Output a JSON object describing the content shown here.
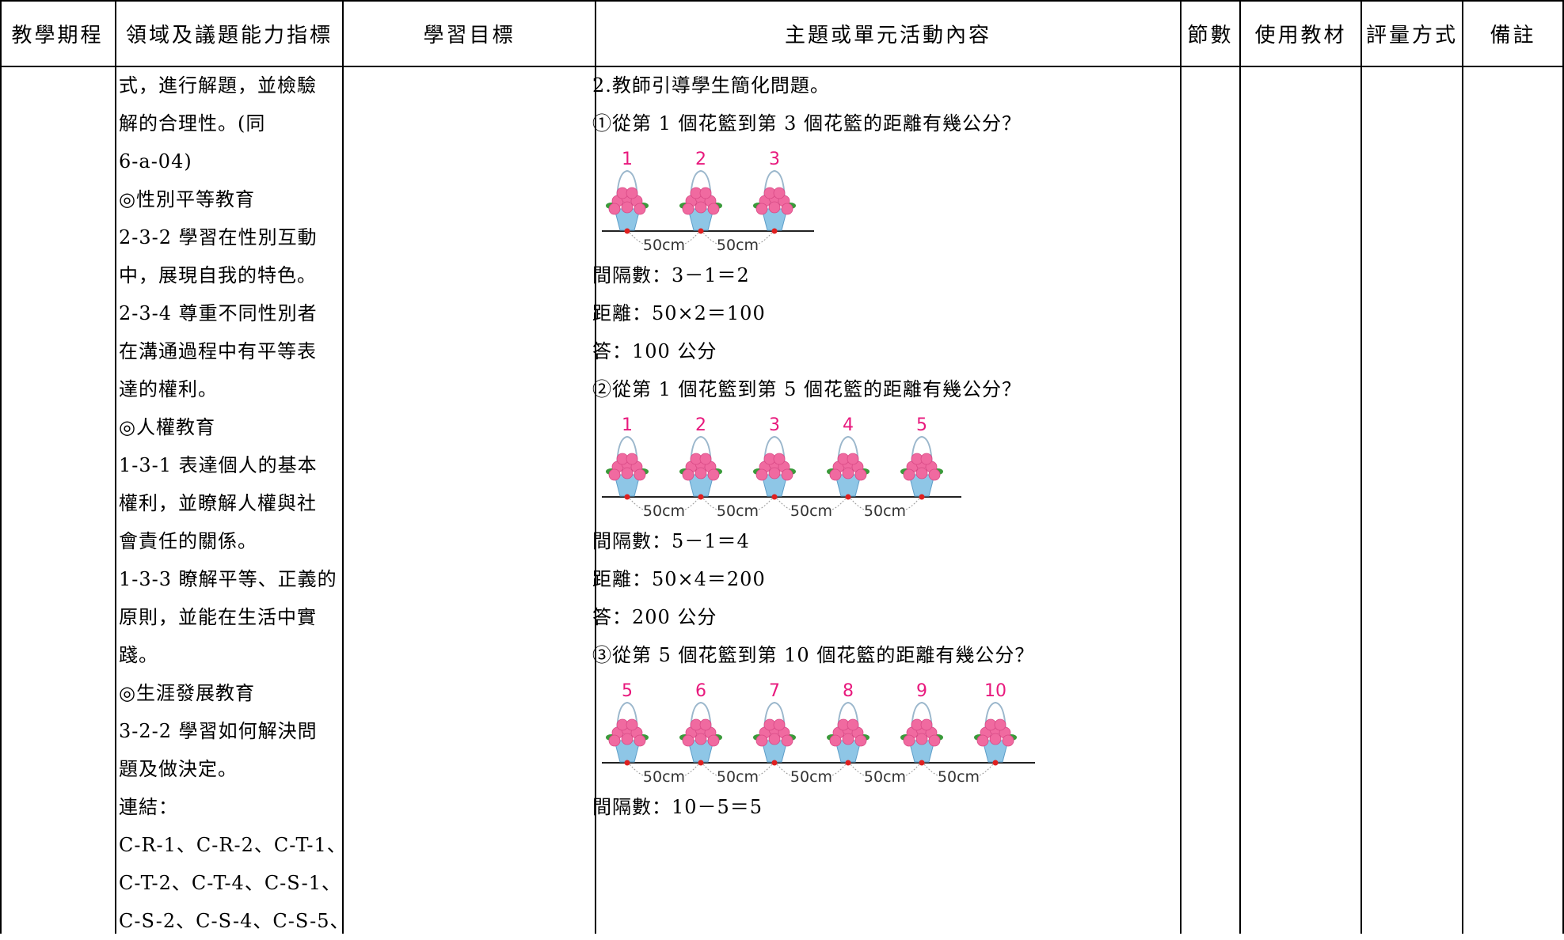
{
  "headers": [
    "教學期程",
    "領域及議題能力指標",
    "學習目標",
    "主題或單元活動內容",
    "節數",
    "使用教材",
    "評量方式",
    "備註"
  ],
  "indicators": [
    "式，進行解題，並檢驗",
    "解的合理性。(同",
    "6-a-04)",
    "◎性別平等教育",
    "2-3-2 學習在性別互動",
    "中，展現自我的特色。",
    "2-3-4 尊重不同性別者",
    "在溝通過程中有平等表",
    "達的權利。",
    "◎人權教育",
    "1-3-1 表達個人的基本",
    "權利，並瞭解人權與社",
    "會責任的關係。",
    "1-3-3 瞭解平等、正義的",
    "原則，並能在生活中實",
    "踐。",
    "◎生涯發展教育",
    "3-2-2 學習如何解決問",
    "題及做決定。",
    "連結：",
    "C-R-1、C-R-2、C-T-1、",
    "C-T-2、C-T-4、C-S-1、",
    "C-S-2、C-S-4、C-S-5、"
  ],
  "content": {
    "intro": "2.教師引導學生簡化問題。",
    "q1": "①從第 1 個花籃到第 3 個花籃的距離有幾公分？",
    "fig1": {
      "numbers": [
        "1",
        "2",
        "3"
      ],
      "gaps": [
        "50cm",
        "50cm"
      ]
    },
    "q1_interval": "間隔數：3－1＝2",
    "q1_distance": "距離：50×2＝100",
    "q1_answer": "答：100 公分",
    "q2": "②從第 1 個花籃到第 5 個花籃的距離有幾公分？",
    "fig2": {
      "numbers": [
        "1",
        "2",
        "3",
        "4",
        "5"
      ],
      "gaps": [
        "50cm",
        "50cm",
        "50cm",
        "50cm"
      ]
    },
    "q2_interval": "間隔數：5－1＝4",
    "q2_distance": "距離：50×4＝200",
    "q2_answer": "答：200 公分",
    "q3": "③從第 5 個花籃到第 10 個花籃的距離有幾公分？",
    "fig3": {
      "numbers": [
        "5",
        "6",
        "7",
        "8",
        "9",
        "10"
      ],
      "gaps": [
        "50cm",
        "50cm",
        "50cm",
        "50cm",
        "50cm"
      ]
    },
    "q3_interval": "間隔數：10－5＝5"
  },
  "colors": {
    "number": "#e8197d",
    "basket": "#8ec6e6",
    "flower": "#f06aa0",
    "leaf": "#3a9a3a",
    "dot": "#e02020"
  }
}
